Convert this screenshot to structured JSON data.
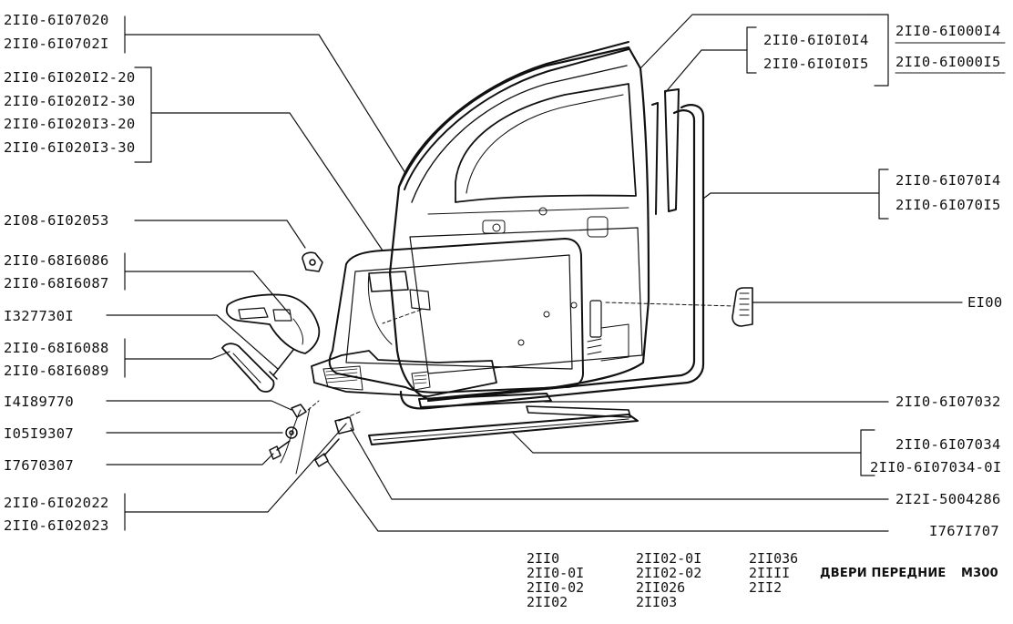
{
  "labels": {
    "l1a": "2II0-6I07020",
    "l1b": "2II0-6I0702I",
    "l2a": "2II0-6I020I2-20",
    "l2b": "2II0-6I020I2-30",
    "l2c": "2II0-6I020I3-20",
    "l2d": "2II0-6I020I3-30",
    "l3": "2I08-6I02053",
    "l4a": "2II0-68I6086",
    "l4b": "2II0-68I6087",
    "l5": "I327730I",
    "l6a": "2II0-68I6088",
    "l6b": "2II0-68I6089",
    "l7": "I4I89770",
    "l8": "I05I9307",
    "l9": "I7670307",
    "l10a": "2II0-6I02022",
    "l10b": "2II0-6I02023",
    "r1a": "2II0-6I0I0I4",
    "r1b": "2II0-6I0I0I5",
    "r2a": "2II0-6I000I4",
    "r2b": "2II0-6I000I5",
    "r3a": "2II0-6I070I4",
    "r3b": "2II0-6I070I5",
    "r4": "EI00",
    "r5": "2II0-6I07032",
    "r6a": "2II0-6I07034",
    "r6b": "2II0-6I07034-0I",
    "r7": "2I2I-5004286",
    "r8": "I767I707"
  },
  "models": {
    "col1": [
      "2II0",
      "2II0-0I",
      "2II0-02",
      "2II02"
    ],
    "col2": [
      "2II02-0I",
      "2II02-02",
      "2II026",
      "2II03"
    ],
    "col3": [
      "2II036",
      "2IIII",
      "2II2"
    ]
  },
  "footer": {
    "section_title": "ДВЕРИ ПЕРЕДНИЕ",
    "sheet_code": "М300"
  }
}
